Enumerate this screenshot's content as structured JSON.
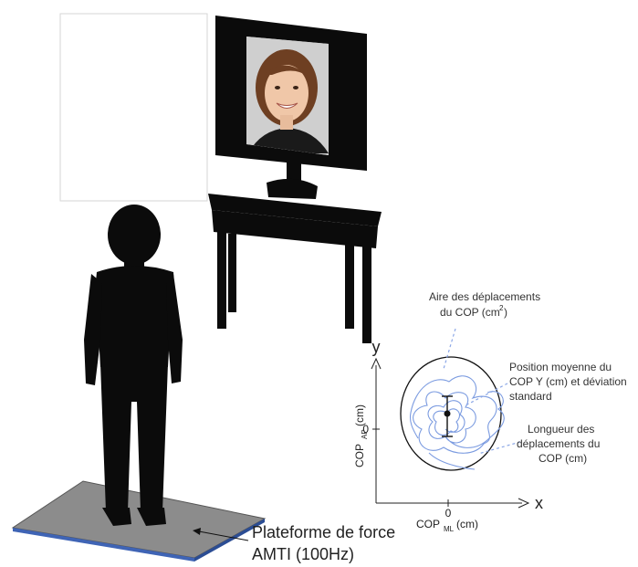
{
  "labels": {
    "y_axis": "y",
    "x_axis": "x",
    "cop_ap": "COP",
    "cop_ap_sub": "AP",
    "cop_ap_unit": "(cm)",
    "cop_ml": "COP",
    "cop_ml_sub": "ML",
    "cop_ml_unit": "(cm)",
    "zero_y": "0",
    "zero_x": "0",
    "area_line1": "Aire des déplacements",
    "area_line2": "du COP (cm",
    "area_sup": "2",
    "area_close": ")",
    "mean_line1": "Position moyenne du",
    "mean_line2": "COP Y (cm) et déviation",
    "mean_line3": "standard",
    "length_line1": "Longueur des",
    "length_line2": "déplacements du",
    "length_line3": "COP (cm)",
    "platform_line1": "Plateforme de force",
    "platform_line2": "AMTI (100Hz)"
  },
  "colors": {
    "trace": "#7b9be0",
    "dashed": "#8aa6e6",
    "platform_top": "#8c8c8c",
    "platform_edge": "#3f64b5"
  },
  "icons": {
    "child": "child-silhouette-icon",
    "face": "smiling-face-photo",
    "monitor": "monitor-icon",
    "table": "table-icon"
  }
}
